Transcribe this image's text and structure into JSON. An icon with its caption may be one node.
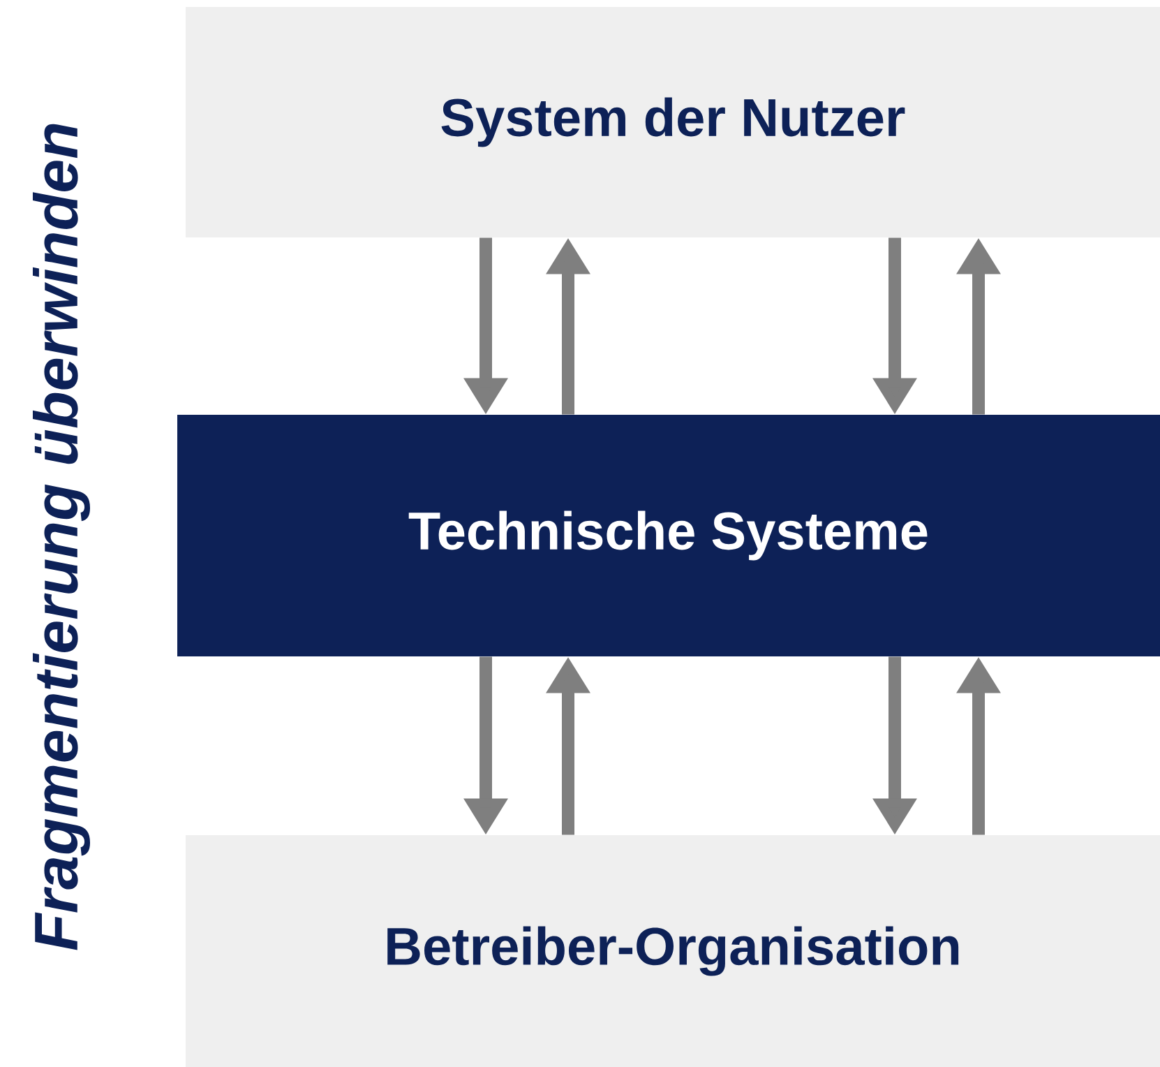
{
  "diagram": {
    "nodes": [
      {
        "text": [
          "System der Nutzer"
        ]
      },
      {
        "text": [
          "Technische Systeme"
        ]
      },
      {
        "text": [
          "Betreiber-Organisation"
        ]
      }
    ],
    "edges": [
      {
        "from": 0,
        "to": 1,
        "arrow": "to"
      },
      {
        "from": 1,
        "to": 0,
        "arrow": "to"
      },
      {
        "from": 0,
        "to": 1,
        "arrow": "to"
      },
      {
        "from": 1,
        "to": 0,
        "arrow": "to"
      },
      {
        "from": 1,
        "to": 2,
        "arrow": "to"
      },
      {
        "from": 2,
        "to": 1,
        "arrow": "to"
      },
      {
        "from": 1,
        "to": 2,
        "arrow": "to"
      },
      {
        "from": 2,
        "to": 1,
        "arrow": "to"
      }
    ],
    "labels": [
      "Fragmentierung überwinden"
    ]
  }
}
